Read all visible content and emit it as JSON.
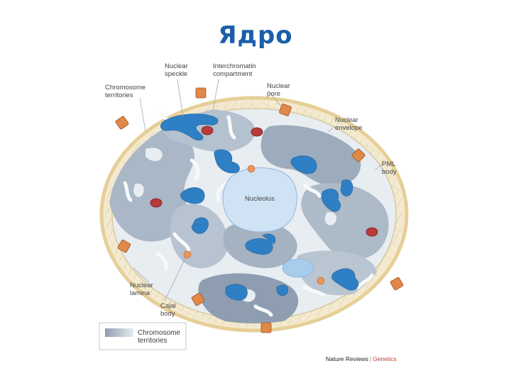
{
  "title": "Ядро",
  "colors": {
    "title": "#1b5fa8",
    "envelope": "#e6cf97",
    "territory": "#a7b5c4",
    "territory_dark": "#8e9eb0",
    "nucleoplasm": "#e8edf2",
    "speckle": "#2f7fc4",
    "pml": "#b83a3a",
    "pore": "#e08848",
    "nucleolus": "#cfe3f5"
  },
  "labels": {
    "nuclear_speckle": [
      "Nuclear",
      "speckle"
    ],
    "interchromatin": [
      "Interchromatin",
      "compartment"
    ],
    "chromosome_territories": [
      "Chromosome",
      "territories"
    ],
    "nuclear_pore": [
      "Nuclear",
      "pore"
    ],
    "nuclear_envelope": [
      "Nuclear",
      "envelope"
    ],
    "pml_body": [
      "PML",
      "body"
    ],
    "nucleolus": "Nucleolus",
    "nuclear_lamina": [
      "Nuclear",
      "lamina"
    ],
    "cajal_body": [
      "Cajal",
      "body"
    ]
  },
  "legend": {
    "label": [
      "Chromosome",
      "territories"
    ]
  },
  "credit": {
    "journal": "Nature Reviews",
    "separator": "|",
    "section": "Genetics",
    "section_color": "#c0392b"
  }
}
